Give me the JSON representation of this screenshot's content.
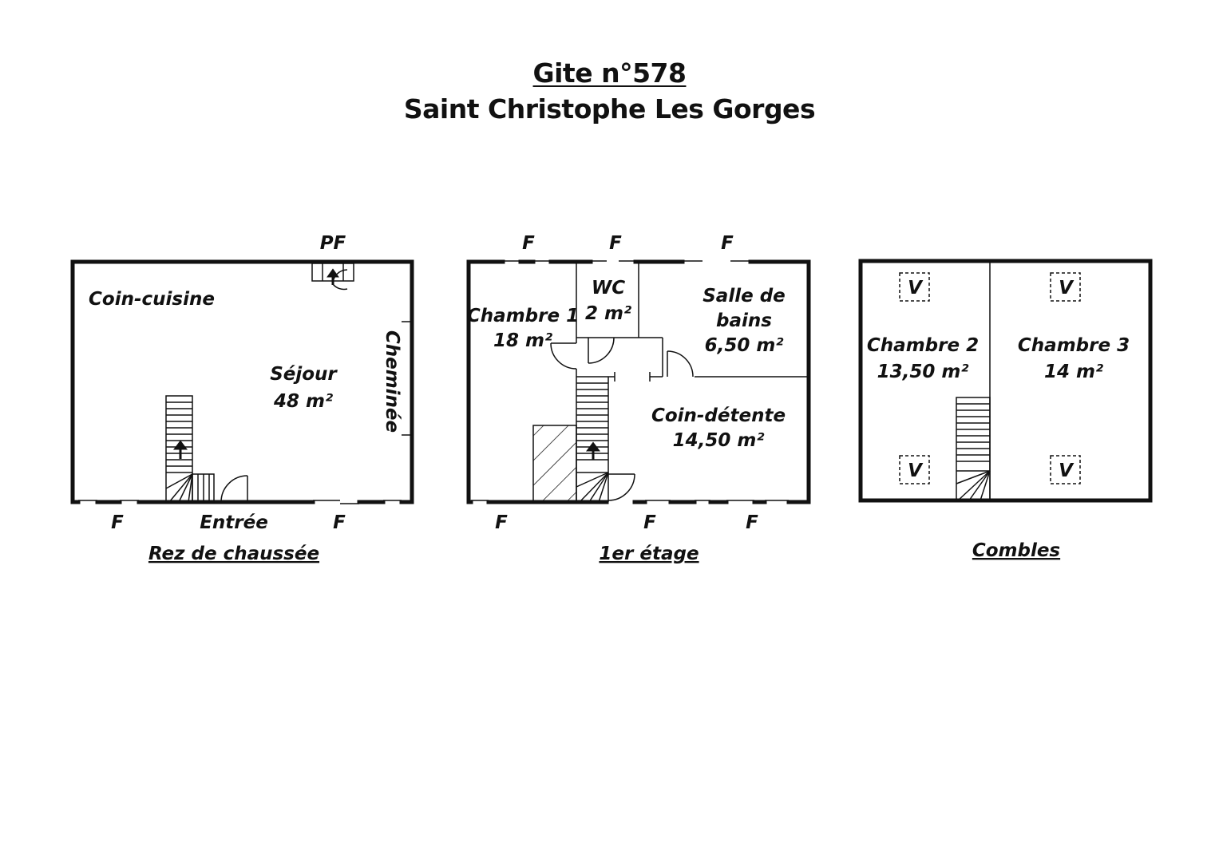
{
  "header": {
    "title": "Gite n°578",
    "subtitle": "Saint Christophe Les Gorges"
  },
  "plans": {
    "ground": {
      "caption": "Rez de chaussée",
      "rooms": {
        "kitchen": "Coin-cuisine",
        "living": "Séjour",
        "living_area": "48 m²",
        "fireplace": "Cheminée",
        "entrance": "Entrée"
      },
      "marks": {
        "patio_door": "PF",
        "window": "F"
      }
    },
    "first": {
      "caption": "1er étage",
      "rooms": {
        "bedroom1": "Chambre 1",
        "bedroom1_area": "18 m²",
        "wc": "WC",
        "wc_area": "2 m²",
        "bathroom_line1": "Salle de",
        "bathroom_line2": "bains",
        "bathroom_area": "6,50 m²",
        "lounge": "Coin-détente",
        "lounge_area": "14,50 m²"
      },
      "marks": {
        "window": "F"
      }
    },
    "attic": {
      "caption": "Combles",
      "rooms": {
        "bedroom2": "Chambre 2",
        "bedroom2_area": "13,50 m²",
        "bedroom3": "Chambre 3",
        "bedroom3_area": "14 m²"
      },
      "marks": {
        "velux": "V"
      }
    }
  },
  "colors": {
    "ink": "#111111",
    "background": "#ffffff"
  }
}
